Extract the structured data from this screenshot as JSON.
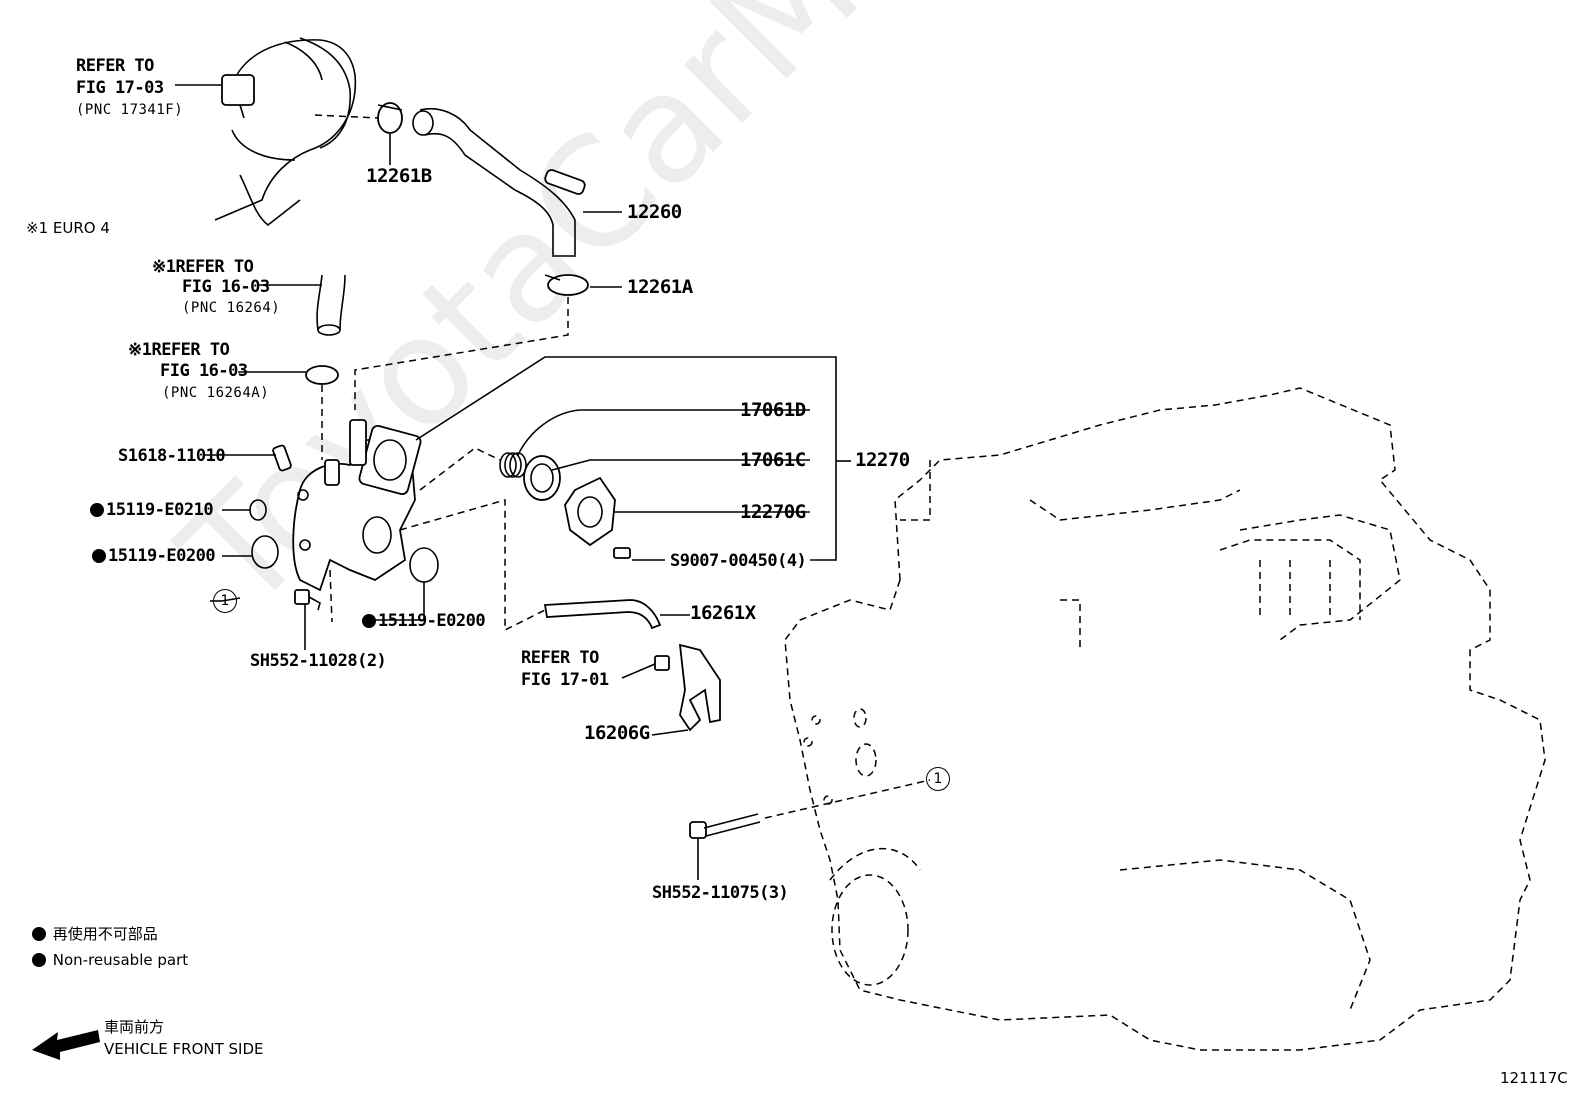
{
  "diagram_id": "121117C",
  "watermark": "ToyotaCarMine.ru",
  "variant_note": "※1 EURO 4",
  "refs": {
    "r1703": {
      "line1": "REFER TO",
      "line2": "FIG 17-03",
      "line3": "(PNC 17341F)"
    },
    "r1603a": {
      "line1": "※1REFER TO",
      "line2": "FIG 16-03",
      "line3": "(PNC 16264)"
    },
    "r1603b": {
      "line1": "※1REFER TO",
      "line2": "FIG 16-03",
      "line3": "(PNC 16264A)"
    },
    "r1701": {
      "line1": "REFER TO",
      "line2": "FIG 17-01"
    }
  },
  "parts": {
    "p12261B": "12261B",
    "p12260": "12260",
    "p12261A": "12261A",
    "p17061D": "17061D",
    "p17061C": "17061C",
    "p12270": "12270",
    "p12270G": "12270G",
    "pS9007": "S9007-00450(4)",
    "pS1618": "S1618-11010",
    "p15119_0210": "15119-E0210",
    "p15119_0200a": "15119-E0200",
    "p15119_0200b": "15119-E0200",
    "pSH552_28": "SH552-11028(2)",
    "p16261X": "16261X",
    "p16206G": "16206G",
    "pSH552_75": "SH552-11075(3)"
  },
  "callout": "1",
  "legend": {
    "nonreusable_jp": "再使用不可部品",
    "nonreusable_en": "Non-reusable part",
    "front_jp": "車両前方",
    "front_en": "VEHICLE FRONT SIDE"
  }
}
